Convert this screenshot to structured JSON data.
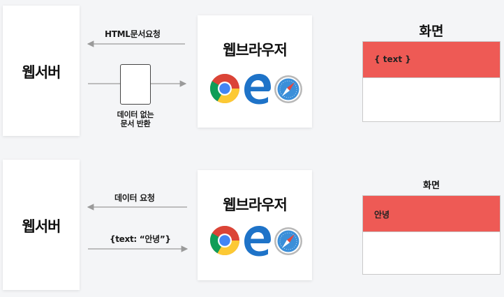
{
  "row1": {
    "server_label": "웹서버",
    "browser_label": "웹브라우저",
    "request_label": "HTML문서요청",
    "response_caption_line1": "데이터 없는",
    "response_caption_line2": "문서 반환",
    "screen_title": "화면",
    "screen_content": "{ text }"
  },
  "row2": {
    "server_label": "웹서버",
    "browser_label": "웹브라우저",
    "request_label": "데이터 요청",
    "response_label": "{text: “안녕”}",
    "screen_title": "화면",
    "screen_content": "안녕"
  },
  "icons": [
    "chrome-icon",
    "edge-icon",
    "safari-icon"
  ],
  "colors": {
    "screen_bar": "#ee5a55",
    "arrow": "#9a9a9a",
    "card": "#ffffff",
    "background": "#f4f5f7"
  }
}
